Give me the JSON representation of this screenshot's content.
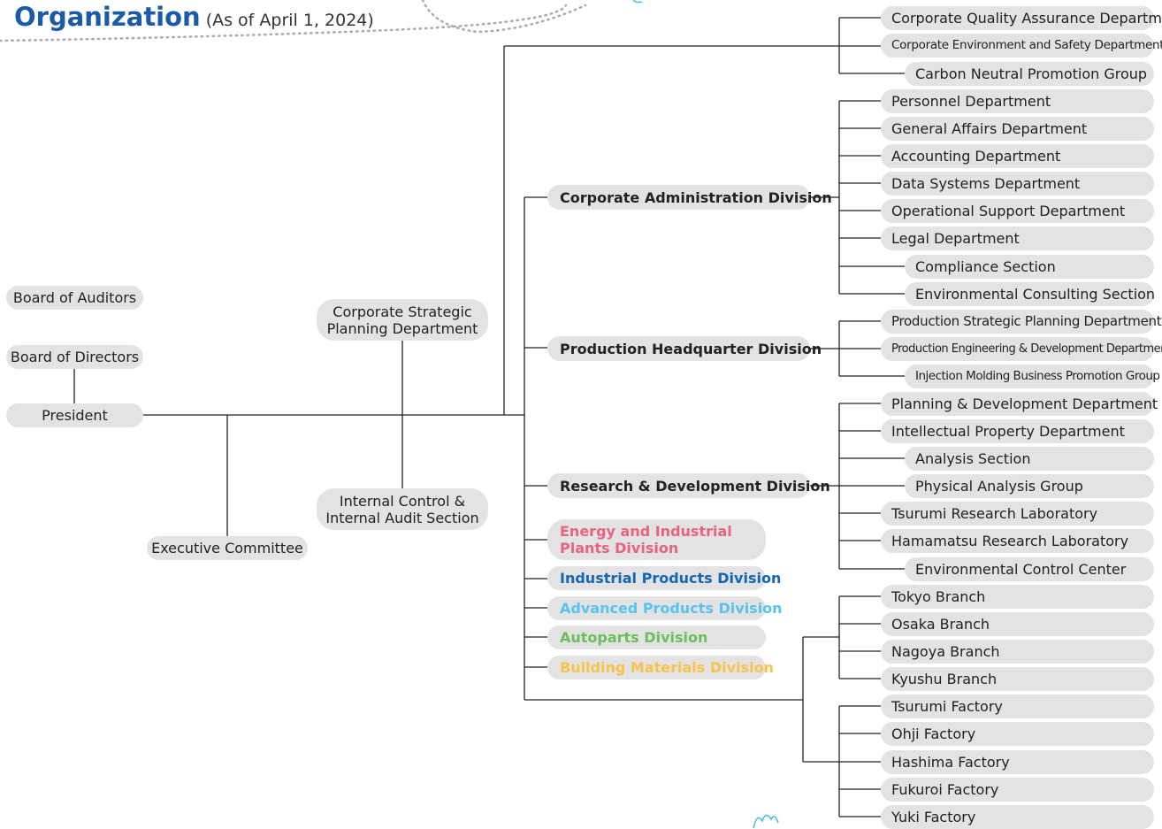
{
  "header": {
    "title": "Organization",
    "subtitle": "(As of April 1, 2024)"
  },
  "colors": {
    "title": "#1a5aa6",
    "node_bg": "#e3e3e3",
    "line": "#222222",
    "energy": "#e8637f",
    "industrial": "#1467b3",
    "advanced": "#58c3ef",
    "autoparts": "#6abf5a",
    "building": "#f7c34a"
  },
  "top_level": {
    "board_of_auditors": "Board of Auditors",
    "board_of_directors": "Board of Directors",
    "president": "President",
    "executive_committee": "Executive Committee",
    "corporate_strategic_planning": "Corporate Strategic\nPlanning Department",
    "internal_control": "Internal Control &\nInternal Audit Section"
  },
  "corporate_departments": [
    "Corporate Quality Assurance Department",
    "Corporate Environment and Safety Department",
    "Carbon Neutral Promotion Group"
  ],
  "divisions": {
    "corporate_admin": {
      "label": "Corporate Administration Division",
      "units": [
        "Personnel Department",
        "General Affairs Department",
        "Accounting Department",
        "Data Systems Department",
        "Operational Support Department",
        "Legal Department",
        "Compliance Section",
        "Environmental Consulting Section"
      ]
    },
    "production_hq": {
      "label": "Production Headquarter Division",
      "units": [
        "Production Strategic Planning Department",
        "Production Engineering & Development Department",
        "Injection Molding Business Promotion Group"
      ]
    },
    "rnd": {
      "label": "Research & Development Division",
      "units": [
        "Planning & Development Department",
        "Intellectual Property Department",
        "Analysis Section",
        "Physical Analysis Group",
        "Tsurumi Research Laboratory",
        "Hamamatsu Research Laboratory",
        "Environmental Control Center"
      ]
    },
    "energy": {
      "label": "Energy and Industrial\nPlants Division"
    },
    "industrial": {
      "label": "Industrial Products Division"
    },
    "advanced": {
      "label": "Advanced Products Division"
    },
    "autoparts": {
      "label": "Autoparts Division"
    },
    "building": {
      "label": "Building Materials Division"
    }
  },
  "branches": [
    "Tokyo Branch",
    "Osaka Branch",
    "Nagoya Branch",
    "Kyushu Branch"
  ],
  "factories": [
    "Tsurumi Factory",
    "Ohji Factory",
    "Hashima Factory",
    "Fukuroi Factory",
    "Yuki Factory"
  ]
}
